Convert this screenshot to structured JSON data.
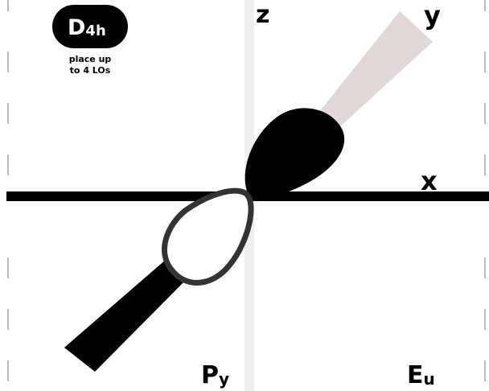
{
  "badge": {
    "main": "D",
    "sub": "4h"
  },
  "instruction": {
    "line1": "place up",
    "line2": "to 4 LOs"
  },
  "axes": {
    "z": "z",
    "y": "y",
    "x": "x"
  },
  "orbital": {
    "main": "P",
    "sub": "y"
  },
  "irrep": {
    "main": "E",
    "sub": "u"
  },
  "colors": {
    "lobe_filled": "#000000",
    "lobe_empty": "#ffffff",
    "y_axis_shade": "#e0d9d7",
    "z_axis_stripe": "#efefef",
    "edge_ticks": "#bbbbbb"
  }
}
